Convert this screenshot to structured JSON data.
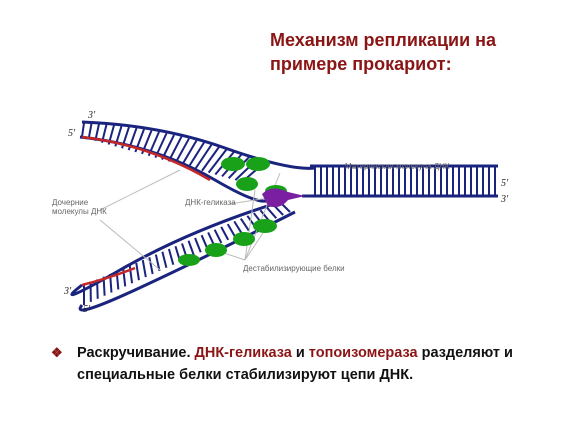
{
  "title_line1": "Механизм репликации на",
  "title_line2": "примере прокариот:",
  "diagram": {
    "label_parent": "Материнская молекула ДНК",
    "label_daughter_1": "Дочерние",
    "label_daughter_2": "молекулы ДНК",
    "label_helicase": "ДНК-геликаза",
    "label_ssb": "Дестабилизирующие белки",
    "end_top_3": "3'",
    "end_top_5": "5'",
    "end_right_5": "5'",
    "end_right_3": "3'",
    "end_bottom_3": "3'",
    "end_bottom_5": "5'"
  },
  "bullet": {
    "part1": "Раскручивание. ",
    "part2": "ДНК-геликаза",
    "part3": " и ",
    "part4": "топоизомераза",
    "part5": " разделяют и специальные белки стабилизируют цепи ДНК."
  },
  "colors": {
    "title": "#8b1515",
    "strand": "#1a237e",
    "new_strand": "#c62828",
    "protein": "#1aa11a",
    "helicase": "#7b1fa2"
  }
}
